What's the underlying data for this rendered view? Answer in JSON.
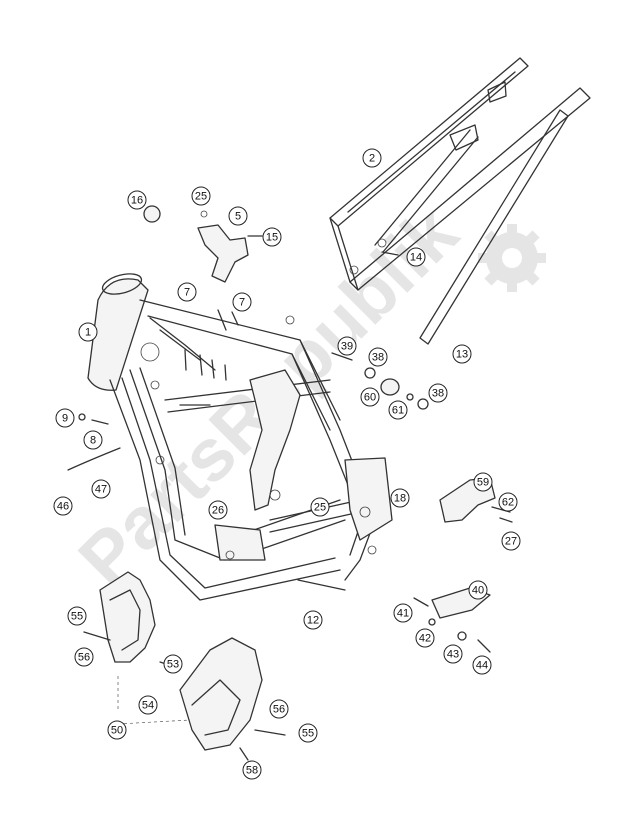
{
  "watermark": "PartsRepublik",
  "callouts": [
    {
      "id": "c1",
      "label": "1"
    },
    {
      "id": "c2",
      "label": "2"
    },
    {
      "id": "c5",
      "label": "5"
    },
    {
      "id": "c7a",
      "label": "7"
    },
    {
      "id": "c7b",
      "label": "7"
    },
    {
      "id": "c8",
      "label": "8"
    },
    {
      "id": "c9",
      "label": "9"
    },
    {
      "id": "c12",
      "label": "12"
    },
    {
      "id": "c13",
      "label": "13"
    },
    {
      "id": "c14",
      "label": "14"
    },
    {
      "id": "c15",
      "label": "15"
    },
    {
      "id": "c16",
      "label": "16"
    },
    {
      "id": "c18",
      "label": "18"
    },
    {
      "id": "c25a",
      "label": "25"
    },
    {
      "id": "c25b",
      "label": "25"
    },
    {
      "id": "c26",
      "label": "26"
    },
    {
      "id": "c27",
      "label": "27"
    },
    {
      "id": "c38a",
      "label": "38"
    },
    {
      "id": "c38b",
      "label": "38"
    },
    {
      "id": "c39",
      "label": "39"
    },
    {
      "id": "c40",
      "label": "40"
    },
    {
      "id": "c41",
      "label": "41"
    },
    {
      "id": "c42",
      "label": "42"
    },
    {
      "id": "c43",
      "label": "43"
    },
    {
      "id": "c44",
      "label": "44"
    },
    {
      "id": "c46",
      "label": "46"
    },
    {
      "id": "c47",
      "label": "47"
    },
    {
      "id": "c50",
      "label": "50"
    },
    {
      "id": "c53",
      "label": "53"
    },
    {
      "id": "c54",
      "label": "54"
    },
    {
      "id": "c55a",
      "label": "55"
    },
    {
      "id": "c55b",
      "label": "55"
    },
    {
      "id": "c56a",
      "label": "56"
    },
    {
      "id": "c56b",
      "label": "56"
    },
    {
      "id": "c58",
      "label": "58"
    },
    {
      "id": "c59",
      "label": "59"
    },
    {
      "id": "c60",
      "label": "60"
    },
    {
      "id": "c61",
      "label": "61"
    },
    {
      "id": "c62",
      "label": "62"
    }
  ]
}
